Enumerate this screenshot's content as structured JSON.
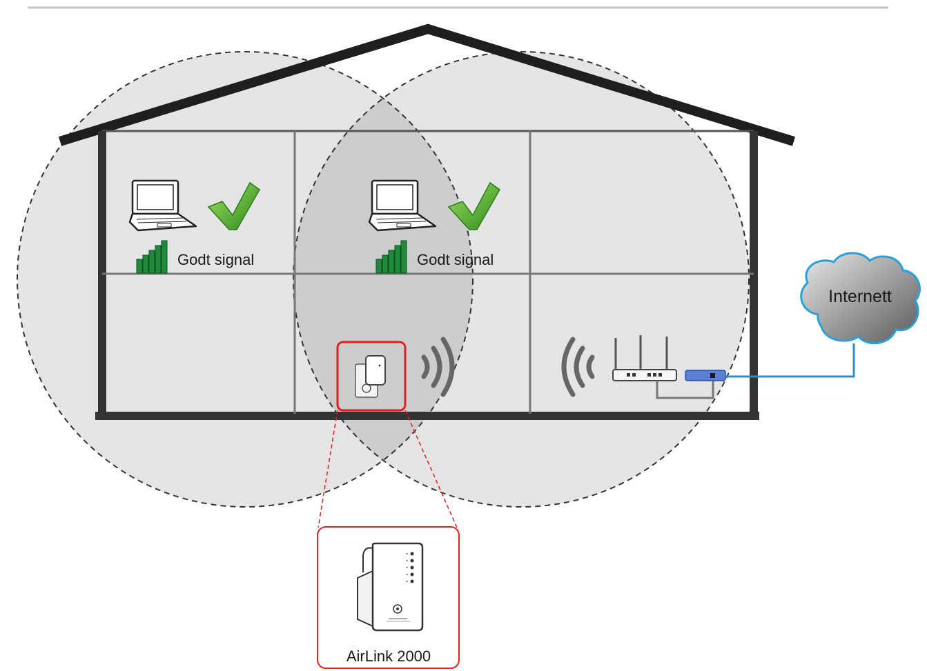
{
  "rooms": {
    "top_left": {
      "signal_label": "Godt signal"
    },
    "top_middle": {
      "signal_label": "Godt signal"
    }
  },
  "cloud": {
    "label": "Internett"
  },
  "extender": {
    "label": "AirLink 2000"
  },
  "colors": {
    "house_wall": "#333333",
    "coverage_fill": "#dcdcdc",
    "signal_bars": "#1f8a3c",
    "checkmark": "#4caf2a",
    "highlight_box": "#e02020",
    "cable": "#2a8fc8",
    "cloud_stroke": "#2a9fd8",
    "modem": "#5b7fd4"
  },
  "icons": [
    "laptop-icon",
    "checkmark-icon",
    "signal-bars-icon",
    "wifi-waves-icon",
    "router-icon",
    "modem-icon",
    "cloud-icon",
    "wall-plug-extender-icon"
  ]
}
